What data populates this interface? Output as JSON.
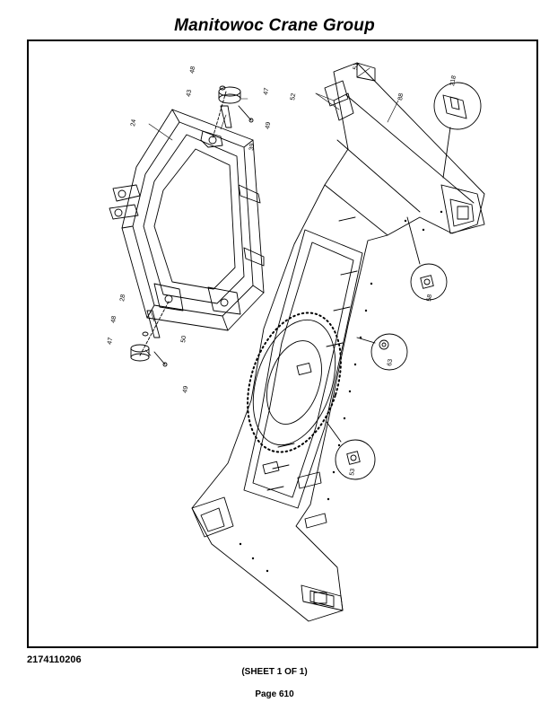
{
  "header": {
    "title": "Manitowoc Crane Group"
  },
  "drawing": {
    "parts": {
      "p24": "24",
      "p28": "28",
      "p39": "39",
      "p43": "43",
      "p47a": "47",
      "p47b": "47",
      "p48a": "48",
      "p48b": "48",
      "p49a": "49",
      "p49b": "49",
      "p50": "50",
      "p51": "51",
      "p52": "52",
      "p53": "53",
      "p58": "58",
      "p63": "63",
      "p88": "88",
      "p218": "218"
    }
  },
  "footer": {
    "doc_number": "2174110206",
    "sheet": "(SHEET 1 OF 1)",
    "page": "Page 610"
  }
}
